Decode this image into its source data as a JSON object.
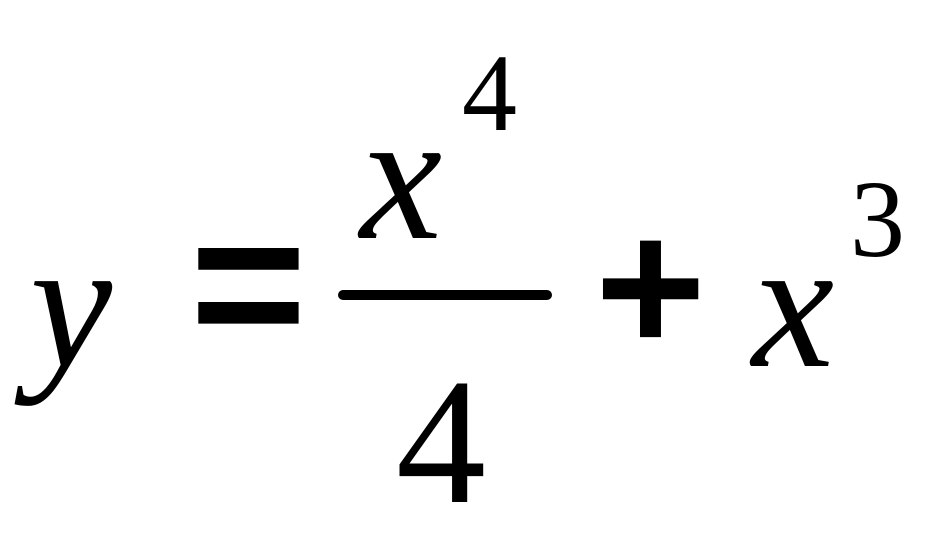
{
  "formula": {
    "lhs": "y",
    "equals": "=",
    "numerator_base": "x",
    "numerator_exponent": "4",
    "denominator": "4",
    "plus": "+",
    "term_base": "x",
    "term_exponent": "3"
  }
}
